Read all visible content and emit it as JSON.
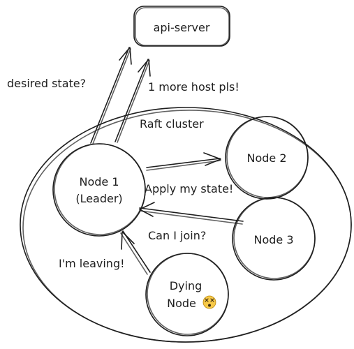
{
  "diagram": {
    "api_server": {
      "label": "api-server"
    },
    "cluster": {
      "label": "Raft cluster"
    },
    "nodes": {
      "leader": {
        "line1": "Node 1",
        "line2": "(Leader)"
      },
      "node2": {
        "label": "Node 2"
      },
      "node3": {
        "label": "Node 3"
      },
      "dying": {
        "line1": "Dying",
        "line2": "Node",
        "emoji": "dizzy-face-emoji"
      }
    },
    "edges": {
      "desired_state": "desired state?",
      "more_host": "1 more host pls!",
      "apply_state": "Apply my state!",
      "can_join": "Can I join?",
      "leaving": "I'm leaving!"
    },
    "colors": {
      "stroke": "#1e1e1e",
      "green_node": "#b2f2bb",
      "dying_node": "#ffc9c9",
      "background": "#ffffff"
    }
  }
}
